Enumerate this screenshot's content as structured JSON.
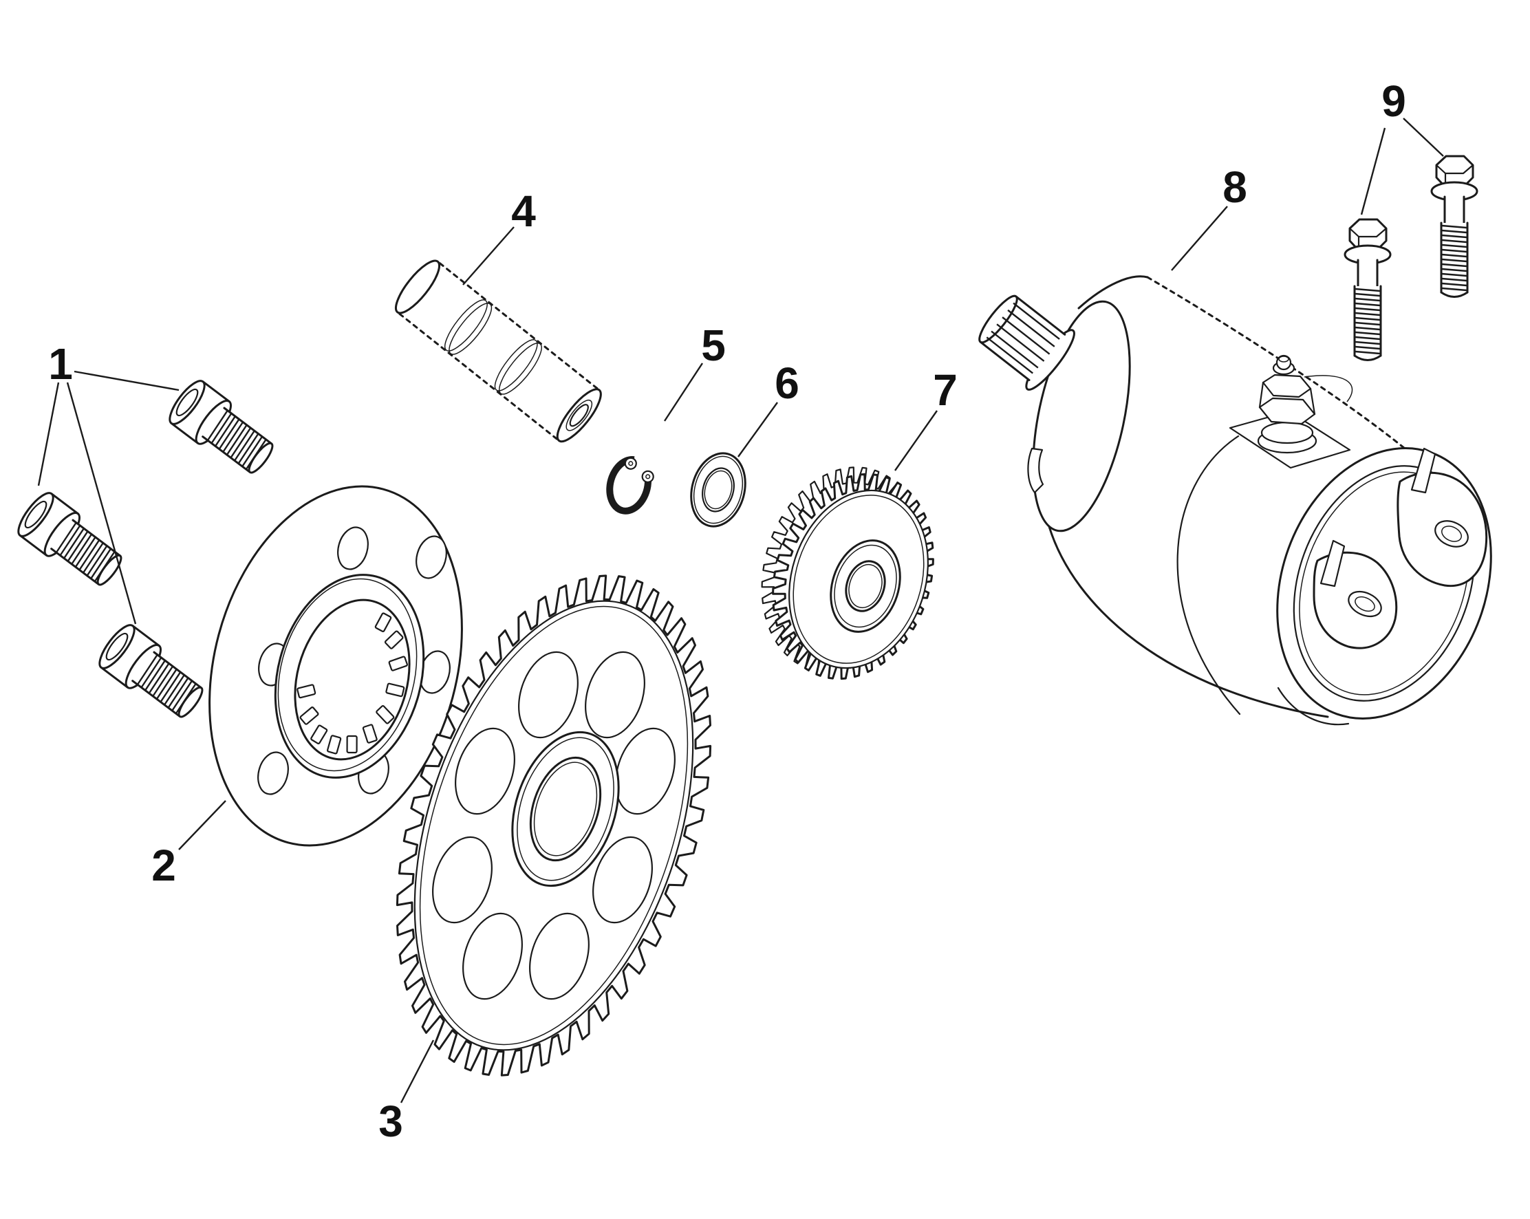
{
  "diagram": {
    "type": "exploded-parts-diagram",
    "subject": "starter-motor-and-starter-clutch-assembly",
    "background": "#ffffff",
    "line_color": "#1b1b1b",
    "callouts": [
      {
        "number": "1",
        "part": "socket-head-cap-screws",
        "count": 3
      },
      {
        "number": "2",
        "part": "starter-clutch-one-way-bearing"
      },
      {
        "number": "3",
        "part": "starter-driven-gear"
      },
      {
        "number": "4",
        "part": "idler-gear-shaft"
      },
      {
        "number": "5",
        "part": "snap-ring"
      },
      {
        "number": "6",
        "part": "thrust-washer"
      },
      {
        "number": "7",
        "part": "starter-idler-gear"
      },
      {
        "number": "8",
        "part": "starter-motor"
      },
      {
        "number": "9",
        "part": "hex-flange-bolts",
        "count": 2
      }
    ]
  }
}
